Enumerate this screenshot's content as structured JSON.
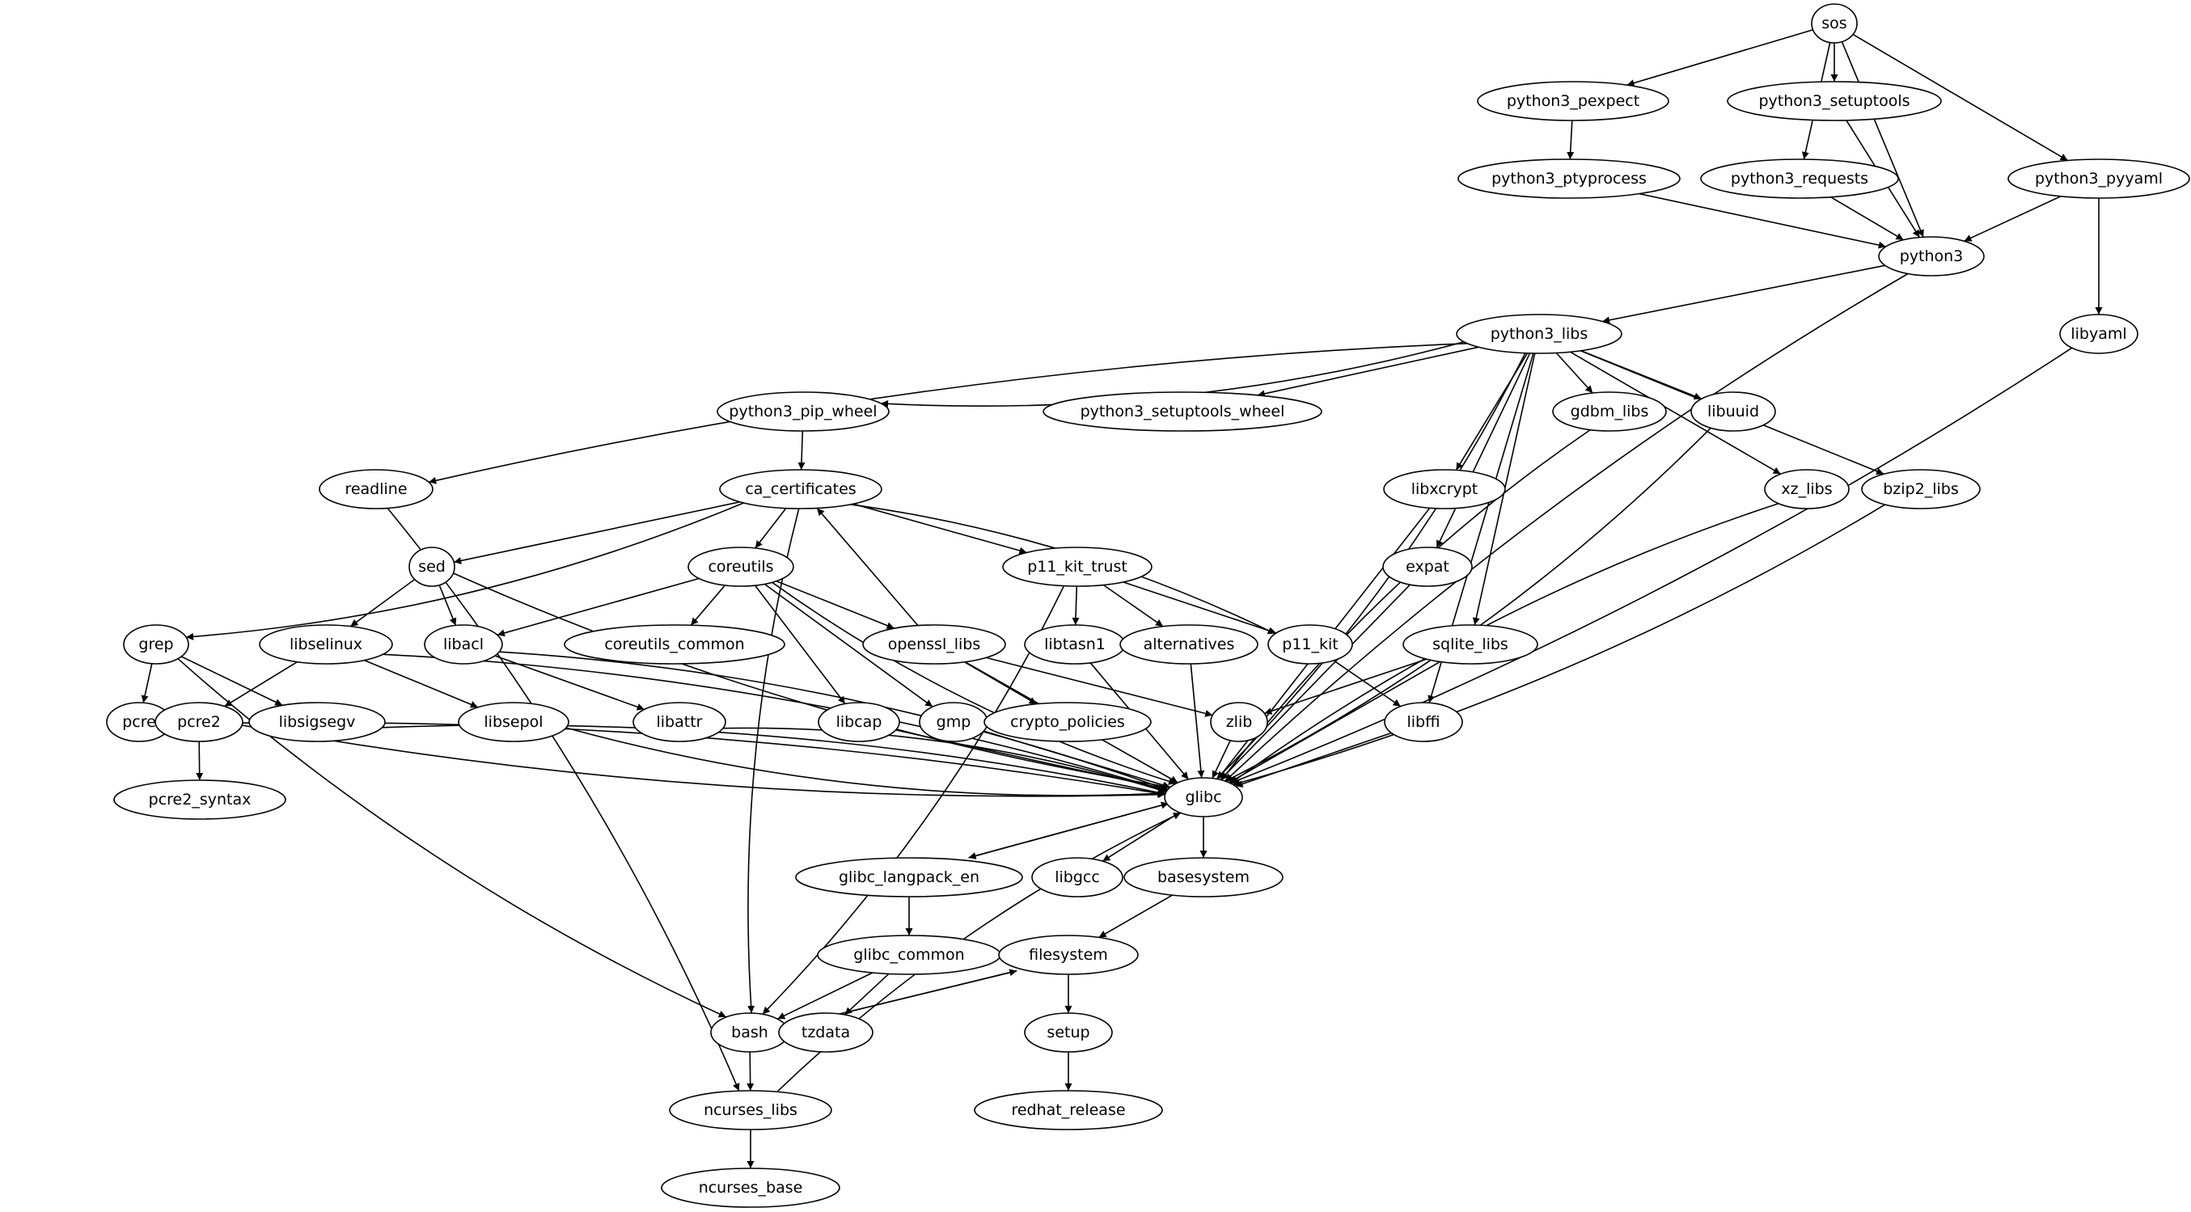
{
  "graph": {
    "type": "directed-dependency-graph",
    "colors": {
      "stroke": "#000000",
      "fill": "#ffffff",
      "background": "#ffffff"
    },
    "nodes": [
      {
        "id": "sos",
        "label": "sos"
      },
      {
        "id": "python3_pexpect",
        "label": "python3_pexpect"
      },
      {
        "id": "python3_setuptools",
        "label": "python3_setuptools"
      },
      {
        "id": "python3_ptyprocess",
        "label": "python3_ptyprocess"
      },
      {
        "id": "python3_requests",
        "label": "python3_requests"
      },
      {
        "id": "python3_pyyaml",
        "label": "python3_pyyaml"
      },
      {
        "id": "python3",
        "label": "python3"
      },
      {
        "id": "python3_libs",
        "label": "python3_libs"
      },
      {
        "id": "libyaml",
        "label": "libyaml"
      },
      {
        "id": "python3_pip_wheel",
        "label": "python3_pip_wheel"
      },
      {
        "id": "python3_setuptools_wheel",
        "label": "python3_setuptools_wheel"
      },
      {
        "id": "gdbm_libs",
        "label": "gdbm_libs"
      },
      {
        "id": "libuuid",
        "label": "libuuid"
      },
      {
        "id": "readline",
        "label": "readline"
      },
      {
        "id": "ca_certificates",
        "label": "ca_certificates"
      },
      {
        "id": "libxcrypt",
        "label": "libxcrypt"
      },
      {
        "id": "xz_libs",
        "label": "xz_libs"
      },
      {
        "id": "bzip2_libs",
        "label": "bzip2_libs"
      },
      {
        "id": "sed",
        "label": "sed"
      },
      {
        "id": "coreutils",
        "label": "coreutils"
      },
      {
        "id": "p11_kit_trust",
        "label": "p11_kit_trust"
      },
      {
        "id": "expat",
        "label": "expat"
      },
      {
        "id": "grep",
        "label": "grep"
      },
      {
        "id": "libselinux",
        "label": "libselinux"
      },
      {
        "id": "libacl",
        "label": "libacl"
      },
      {
        "id": "coreutils_common",
        "label": "coreutils_common"
      },
      {
        "id": "openssl_libs",
        "label": "openssl_libs"
      },
      {
        "id": "libtasn1",
        "label": "libtasn1"
      },
      {
        "id": "alternatives",
        "label": "alternatives"
      },
      {
        "id": "p11_kit",
        "label": "p11_kit"
      },
      {
        "id": "sqlite_libs",
        "label": "sqlite_libs"
      },
      {
        "id": "pcre",
        "label": "pcre"
      },
      {
        "id": "pcre2",
        "label": "pcre2"
      },
      {
        "id": "libsigsegv",
        "label": "libsigsegv"
      },
      {
        "id": "libsepol",
        "label": "libsepol"
      },
      {
        "id": "libattr",
        "label": "libattr"
      },
      {
        "id": "libcap",
        "label": "libcap"
      },
      {
        "id": "gmp",
        "label": "gmp"
      },
      {
        "id": "crypto_policies",
        "label": "crypto_policies"
      },
      {
        "id": "zlib",
        "label": "zlib"
      },
      {
        "id": "libffi",
        "label": "libffi"
      },
      {
        "id": "pcre2_syntax",
        "label": "pcre2_syntax"
      },
      {
        "id": "glibc",
        "label": "glibc"
      },
      {
        "id": "glibc_langpack_en",
        "label": "glibc_langpack_en"
      },
      {
        "id": "libgcc",
        "label": "libgcc"
      },
      {
        "id": "basesystem",
        "label": "basesystem"
      },
      {
        "id": "glibc_common",
        "label": "glibc_common"
      },
      {
        "id": "filesystem",
        "label": "filesystem"
      },
      {
        "id": "bash",
        "label": "bash"
      },
      {
        "id": "tzdata",
        "label": "tzdata"
      },
      {
        "id": "setup",
        "label": "setup"
      },
      {
        "id": "ncurses_libs",
        "label": "ncurses_libs"
      },
      {
        "id": "redhat_release",
        "label": "redhat_release"
      },
      {
        "id": "ncurses_base",
        "label": "ncurses_base"
      }
    ],
    "edges": [
      [
        "sos",
        "python3_pexpect"
      ],
      [
        "sos",
        "python3_setuptools"
      ],
      [
        "sos",
        "python3_requests"
      ],
      [
        "sos",
        "python3"
      ],
      [
        "sos",
        "python3_pyyaml"
      ],
      [
        "python3_pexpect",
        "python3_ptyprocess"
      ],
      [
        "python3_ptyprocess",
        "python3"
      ],
      [
        "python3_requests",
        "python3"
      ],
      [
        "python3_setuptools",
        "python3"
      ],
      [
        "python3_pyyaml",
        "python3"
      ],
      [
        "python3_pyyaml",
        "libyaml"
      ],
      [
        "python3",
        "python3_libs"
      ],
      [
        "python3",
        "glibc"
      ],
      [
        "libyaml",
        "glibc"
      ],
      [
        "python3_libs",
        "readline"
      ],
      [
        "python3_libs",
        "python3_pip_wheel"
      ],
      [
        "python3_libs",
        "python3_setuptools_wheel"
      ],
      [
        "python3_libs",
        "gdbm_libs"
      ],
      [
        "python3_libs",
        "libuuid"
      ],
      [
        "python3_libs",
        "libxcrypt"
      ],
      [
        "python3_libs",
        "expat"
      ],
      [
        "python3_libs",
        "sqlite_libs"
      ],
      [
        "python3_libs",
        "libffi"
      ],
      [
        "python3_libs",
        "xz_libs"
      ],
      [
        "python3_libs",
        "bzip2_libs"
      ],
      [
        "python3_libs",
        "glibc"
      ],
      [
        "python3_pip_wheel",
        "ca_certificates"
      ],
      [
        "readline",
        "ncurses_libs"
      ],
      [
        "ca_certificates",
        "bash"
      ],
      [
        "ca_certificates",
        "grep"
      ],
      [
        "ca_certificates",
        "sed"
      ],
      [
        "ca_certificates",
        "coreutils"
      ],
      [
        "ca_certificates",
        "p11_kit_trust"
      ],
      [
        "ca_certificates",
        "p11_kit"
      ],
      [
        "sed",
        "libselinux"
      ],
      [
        "sed",
        "libacl"
      ],
      [
        "sed",
        "glibc"
      ],
      [
        "coreutils",
        "libacl"
      ],
      [
        "coreutils",
        "coreutils_common"
      ],
      [
        "coreutils",
        "openssl_libs"
      ],
      [
        "coreutils",
        "gmp"
      ],
      [
        "coreutils",
        "libcap"
      ],
      [
        "coreutils",
        "glibc"
      ],
      [
        "openssl_libs",
        "ca_certificates"
      ],
      [
        "openssl_libs",
        "crypto_policies"
      ],
      [
        "openssl_libs",
        "zlib"
      ],
      [
        "openssl_libs",
        "glibc"
      ],
      [
        "p11_kit_trust",
        "bash"
      ],
      [
        "p11_kit_trust",
        "libtasn1"
      ],
      [
        "p11_kit_trust",
        "alternatives"
      ],
      [
        "p11_kit_trust",
        "p11_kit"
      ],
      [
        "p11_kit",
        "libffi"
      ],
      [
        "sqlite_libs",
        "zlib"
      ],
      [
        "sqlite_libs",
        "glibc"
      ],
      [
        "grep",
        "pcre"
      ],
      [
        "grep",
        "libsigsegv"
      ],
      [
        "grep",
        "bash"
      ],
      [
        "libselinux",
        "pcre2"
      ],
      [
        "libselinux",
        "libsepol"
      ],
      [
        "libselinux",
        "glibc"
      ],
      [
        "libacl",
        "libattr"
      ],
      [
        "libacl",
        "glibc"
      ],
      [
        "pcre2",
        "pcre2_syntax"
      ],
      [
        "pcre",
        "glibc"
      ],
      [
        "pcre2",
        "glibc"
      ],
      [
        "libsigsegv",
        "glibc"
      ],
      [
        "libsepol",
        "glibc"
      ],
      [
        "libattr",
        "glibc"
      ],
      [
        "libcap",
        "glibc"
      ],
      [
        "gmp",
        "glibc"
      ],
      [
        "zlib",
        "glibc"
      ],
      [
        "libffi",
        "glibc"
      ],
      [
        "libtasn1",
        "glibc"
      ],
      [
        "alternatives",
        "glibc"
      ],
      [
        "expat",
        "glibc"
      ],
      [
        "libxcrypt",
        "glibc"
      ],
      [
        "gdbm_libs",
        "glibc"
      ],
      [
        "libuuid",
        "glibc"
      ],
      [
        "xz_libs",
        "glibc"
      ],
      [
        "bzip2_libs",
        "glibc"
      ],
      [
        "glibc",
        "glibc_langpack_en"
      ],
      [
        "glibc_langpack_en",
        "glibc"
      ],
      [
        "glibc",
        "libgcc"
      ],
      [
        "glibc",
        "basesystem"
      ],
      [
        "glibc_langpack_en",
        "glibc_common"
      ],
      [
        "glibc_common",
        "bash"
      ],
      [
        "glibc_common",
        "tzdata"
      ],
      [
        "basesystem",
        "filesystem"
      ],
      [
        "filesystem",
        "bash"
      ],
      [
        "bash",
        "filesystem"
      ],
      [
        "filesystem",
        "setup"
      ],
      [
        "setup",
        "redhat_release"
      ],
      [
        "bash",
        "ncurses_libs"
      ],
      [
        "ncurses_libs",
        "glibc"
      ],
      [
        "ncurses_libs",
        "ncurses_base"
      ]
    ]
  }
}
